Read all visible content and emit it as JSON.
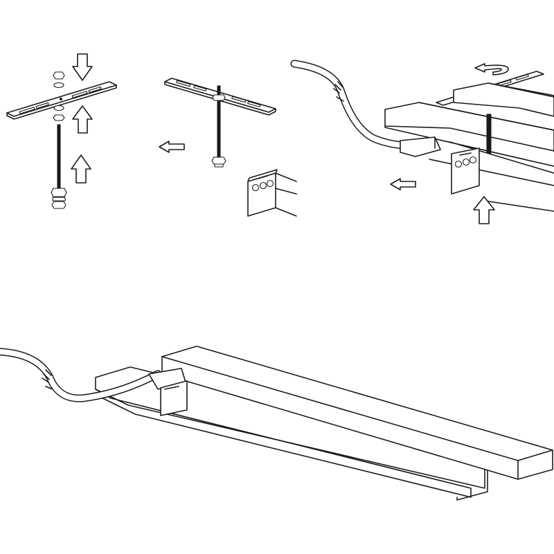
{
  "figure": {
    "steps": [
      {
        "name": "mount-bracket-assembly"
      },
      {
        "name": "bracket-on-ceiling"
      },
      {
        "name": "connect-cable-and-attach"
      },
      {
        "name": "installed-fixture"
      }
    ],
    "icons": [
      "arrow-down-icon",
      "arrow-up-icon",
      "arrow-left-icon",
      "rotate-icon"
    ]
  }
}
